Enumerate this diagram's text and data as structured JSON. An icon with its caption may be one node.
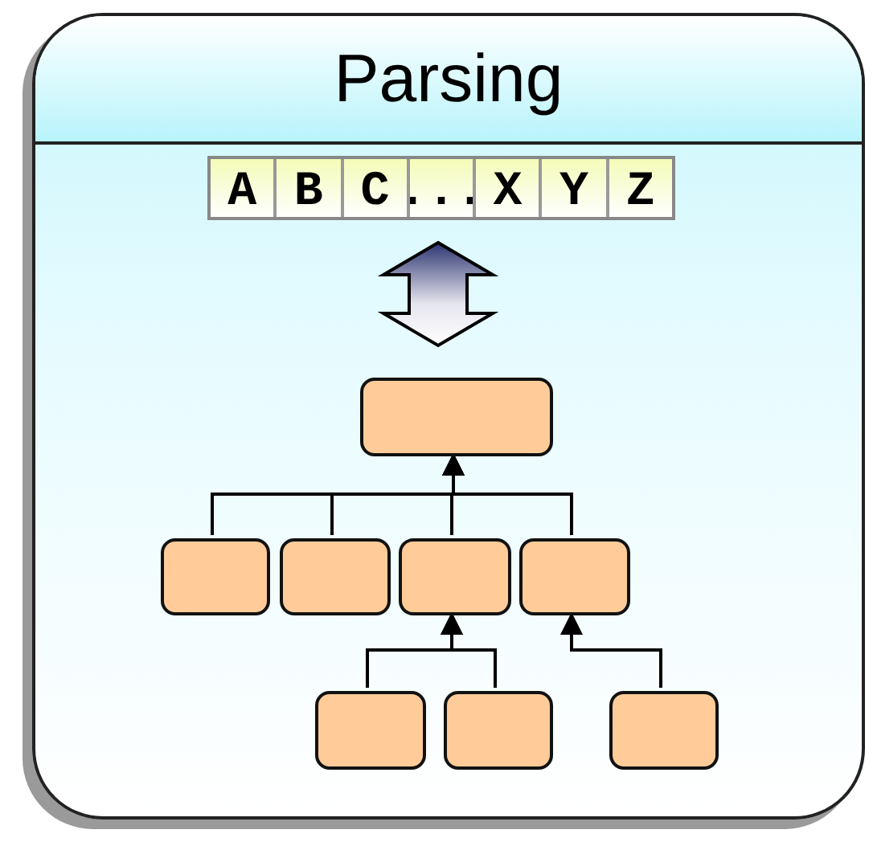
{
  "diagram": {
    "nodes": [
      {
        "text": [
          "Parsing"
        ]
      },
      {
        "text": [
          "A",
          "B",
          "C",
          "...",
          "X",
          "Y",
          "Z"
        ],
        "in": 0
      },
      {
        "text": [],
        "shape": "box",
        "in": 0
      },
      {
        "text": [],
        "shape": "box",
        "in": 0
      },
      {
        "text": [],
        "shape": "box",
        "in": 0
      },
      {
        "text": [],
        "shape": "box",
        "in": 0
      },
      {
        "text": [],
        "shape": "box",
        "in": 0
      },
      {
        "text": [],
        "shape": "box",
        "in": 0
      },
      {
        "text": [],
        "shape": "box",
        "in": 0
      },
      {
        "text": [],
        "shape": "box",
        "in": 0
      }
    ],
    "edges": [
      {
        "from": 1,
        "to": 2,
        "arrow": "both",
        "style": "thick"
      },
      {
        "from": 3,
        "to": 2,
        "arrow": "to"
      },
      {
        "from": 4,
        "to": 2,
        "arrow": "to"
      },
      {
        "from": 5,
        "to": 2,
        "arrow": "to"
      },
      {
        "from": 6,
        "to": 2,
        "arrow": "to"
      },
      {
        "from": 7,
        "to": 5,
        "arrow": "to"
      },
      {
        "from": 8,
        "to": 5,
        "arrow": "to"
      },
      {
        "from": 9,
        "to": 6,
        "arrow": "to"
      }
    ]
  }
}
